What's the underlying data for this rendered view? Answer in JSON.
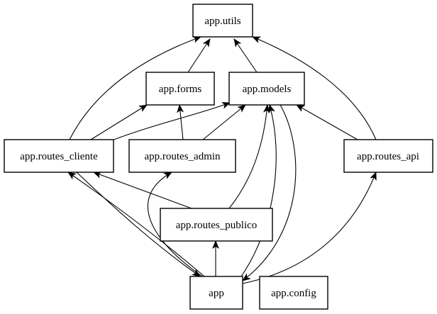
{
  "nodes": [
    {
      "id": "utils",
      "label": "app.utils"
    },
    {
      "id": "forms",
      "label": "app.forms"
    },
    {
      "id": "models",
      "label": "app.models"
    },
    {
      "id": "routes_cliente",
      "label": "app.routes_cliente"
    },
    {
      "id": "routes_admin",
      "label": "app.routes_admin"
    },
    {
      "id": "routes_api",
      "label": "app.routes_api"
    },
    {
      "id": "routes_publico",
      "label": "app.routes_publico"
    },
    {
      "id": "app",
      "label": "app"
    },
    {
      "id": "config",
      "label": "app.config"
    }
  ],
  "edges": [
    {
      "from": "forms",
      "to": "utils"
    },
    {
      "from": "models",
      "to": "utils"
    },
    {
      "from": "routes_cliente",
      "to": "utils"
    },
    {
      "from": "routes_api",
      "to": "utils"
    },
    {
      "from": "routes_cliente",
      "to": "forms"
    },
    {
      "from": "routes_cliente",
      "to": "models"
    },
    {
      "from": "routes_admin",
      "to": "forms"
    },
    {
      "from": "routes_admin",
      "to": "models"
    },
    {
      "from": "routes_api",
      "to": "models"
    },
    {
      "from": "routes_publico",
      "to": "models"
    },
    {
      "from": "routes_publico",
      "to": "routes_cliente"
    },
    {
      "from": "app",
      "to": "routes_cliente"
    },
    {
      "from": "routes_cliente",
      "to": "app"
    },
    {
      "from": "app",
      "to": "routes_admin"
    },
    {
      "from": "app",
      "to": "routes_publico"
    },
    {
      "from": "app",
      "to": "models"
    },
    {
      "from": "models",
      "to": "app"
    },
    {
      "from": "app",
      "to": "routes_api"
    }
  ]
}
